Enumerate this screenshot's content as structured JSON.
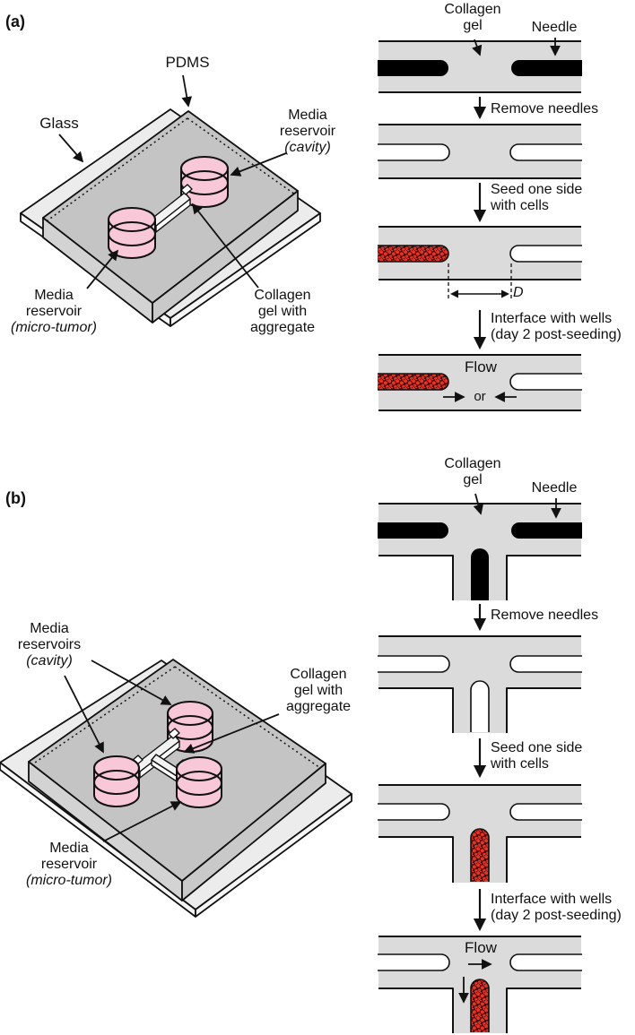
{
  "colors": {
    "pdms_top": "#c4c4c4",
    "pdms_side": "#d3d3d3",
    "glass": "#ececec",
    "media_pink": "#f8c7d8",
    "channel_bar_gray": "#dbdbdb",
    "needle_black": "#000000",
    "cell_red": "#e23428",
    "outline": "#111111"
  },
  "panel_a": {
    "tag": "(a)",
    "device": {
      "pdms": "PDMS",
      "glass": "Glass",
      "reservoir_cavity": [
        "Media",
        "reservoir",
        "(cavity)"
      ],
      "reservoir_tumor": [
        "Media",
        "reservoir",
        "(micro-tumor)"
      ],
      "collagen": [
        "Collagen",
        "gel with",
        "aggregate"
      ]
    },
    "steps": {
      "collagen_gel": [
        "Collagen",
        "gel"
      ],
      "needle": "Needle",
      "remove": "Remove needles",
      "seed": [
        "Seed one side",
        "with cells"
      ],
      "distance": "D",
      "interface": [
        "Interface with wells",
        "(day 2 post-seeding)"
      ],
      "flow": "Flow",
      "or": "or"
    }
  },
  "panel_b": {
    "tag": "(b)",
    "device": {
      "reservoirs_cavity": [
        "Media",
        "reservoirs",
        "(cavity)"
      ],
      "reservoir_tumor": [
        "Media",
        "reservoir",
        "(micro-tumor)"
      ],
      "collagen": [
        "Collagen",
        "gel with",
        "aggregate"
      ]
    },
    "steps": {
      "collagen_gel": [
        "Collagen",
        "gel"
      ],
      "needle": "Needle",
      "remove": "Remove needles",
      "seed": [
        "Seed one side",
        "with cells"
      ],
      "interface": [
        "Interface with wells",
        "(day 2 post-seeding)"
      ],
      "flow": "Flow"
    }
  }
}
